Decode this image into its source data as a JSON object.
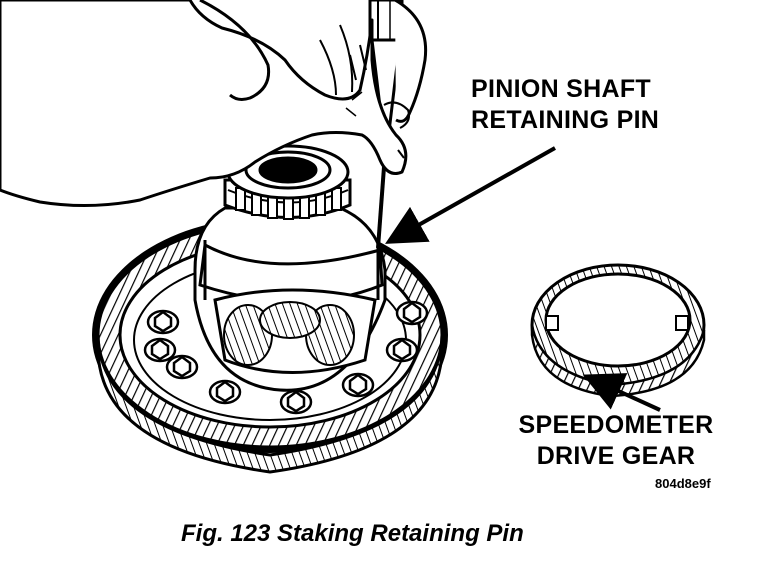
{
  "labels": {
    "pinion_shaft_line1": "PINION SHAFT",
    "pinion_shaft_line2": "RETAINING PIN",
    "speedo_line1": "SPEEDOMETER",
    "speedo_line2": "DRIVE GEAR"
  },
  "image_code": "804d8e9f",
  "caption": "Fig. 123 Staking Retaining Pin",
  "icons": [
    "hand",
    "punch-tool",
    "ring-gear",
    "differential-case",
    "bearing",
    "speedometer-drive-gear",
    "arrow"
  ]
}
